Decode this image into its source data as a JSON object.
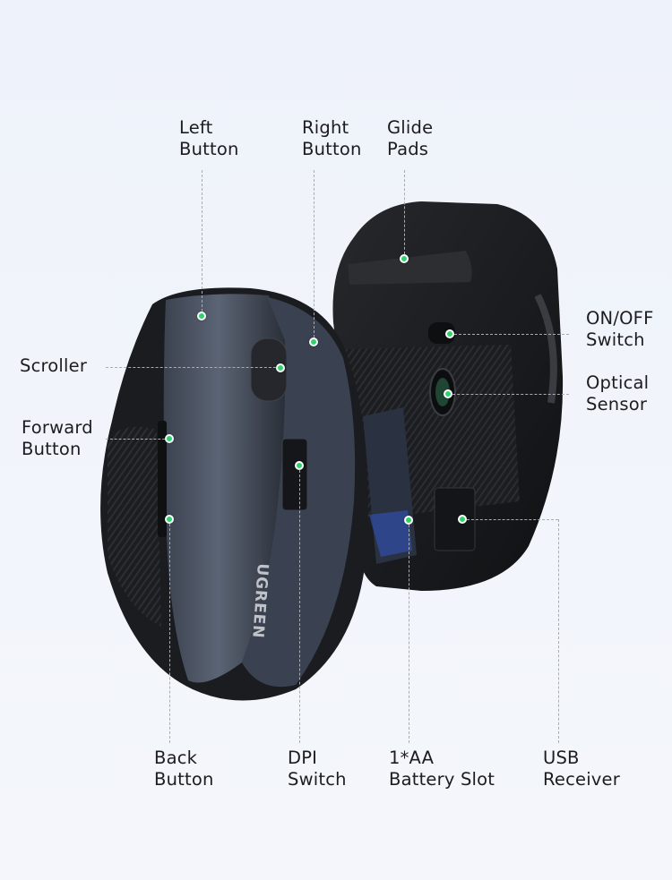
{
  "product": {
    "brand_mark": "UGREEN",
    "accent_color": "#2ed36b"
  },
  "callouts": {
    "left_button": {
      "line1": "Left",
      "line2": "Button"
    },
    "right_button": {
      "line1": "Right",
      "line2": "Button"
    },
    "glide_pads": {
      "line1": "Glide",
      "line2": "Pads"
    },
    "scroller": {
      "line1": "Scroller"
    },
    "forward_button": {
      "line1": "Forward",
      "line2": "Button"
    },
    "on_off_switch": {
      "line1": "ON/OFF",
      "line2": "Switch"
    },
    "optical_sensor": {
      "line1": "Optical",
      "line2": "Sensor"
    },
    "back_button": {
      "line1": "Back",
      "line2": "Button"
    },
    "dpi_switch": {
      "line1": "DPI",
      "line2": "Switch"
    },
    "battery_slot": {
      "line1": "1*AA",
      "line2": "Battery Slot"
    },
    "usb_receiver": {
      "line1": "USB",
      "line2": "Receiver"
    }
  }
}
